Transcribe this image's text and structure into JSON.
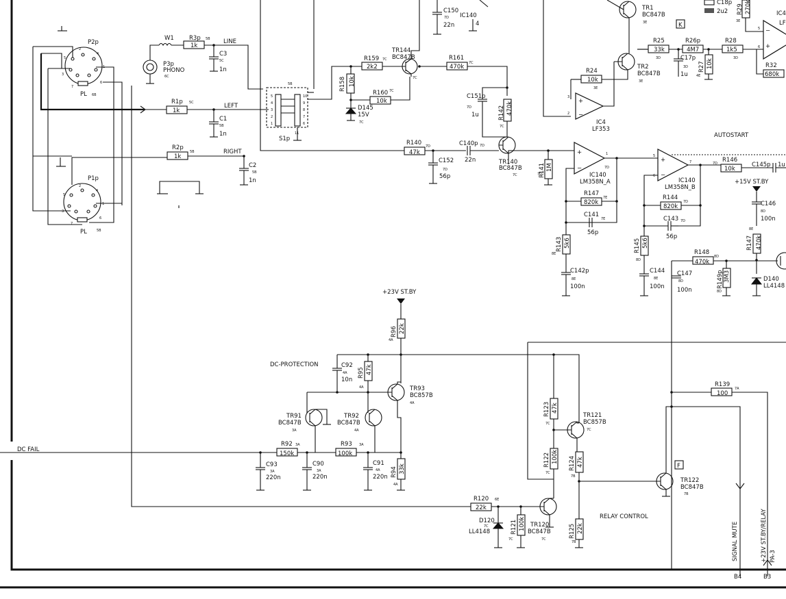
{
  "nets": {
    "line": "LINE",
    "left": "LEFT",
    "right": "RIGHT",
    "dc_protection": "DC-PROTECTION",
    "dc_fail": "DC FAIL",
    "relay_control": "RELAY CONTROL",
    "autostart": "AUTOSTART",
    "st23": "+23V ST.BY",
    "st15": "+15V ST.BY",
    "signal_mute": "SIGNAL MUTE",
    "st23_relay": "+23V ST.BY/RELAY",
    "pa3": "PA-3",
    "b4": "B4",
    "b3": "B3",
    "marker_k": "K",
    "marker_f": "F"
  },
  "legend": {
    "c18p": "C18p",
    "c2u2": "2u2"
  },
  "connectors": {
    "p2p": {
      "ref": "P2p",
      "type": "PL",
      "loc": "6B",
      "pins": [
        "1",
        "2",
        "3",
        "4",
        "5",
        "6",
        "7"
      ]
    },
    "p1p": {
      "ref": "P1p",
      "type": "PL",
      "loc": "5B",
      "pins": [
        "1",
        "2",
        "3",
        "4",
        "5",
        "6",
        "7"
      ]
    },
    "p3p": {
      "ref": "P3p",
      "name": "PHONO",
      "loc": "6C"
    },
    "s1p": {
      "ref": "S1p",
      "loc": "5B",
      "pins_left": [
        "5",
        "4",
        "3",
        "2",
        "1"
      ],
      "pins_right": [
        "10",
        "9",
        "8",
        "7",
        "6"
      ],
      "pin_bottom": "11"
    }
  },
  "components": {
    "w1": {
      "ref": "W1"
    },
    "r3p": {
      "ref": "R3p",
      "val": "1k",
      "loc": "5B"
    },
    "r1p": {
      "ref": "R1p",
      "val": "1k",
      "loc": "5C"
    },
    "r2p": {
      "ref": "R2p",
      "val": "1k",
      "loc": "5B"
    },
    "c3": {
      "ref": "C3",
      "val": "1n",
      "loc": "5C"
    },
    "c1": {
      "ref": "C1",
      "val": "1n",
      "loc": "5B"
    },
    "c2": {
      "ref": "C2",
      "val": "1n",
      "loc": "5B"
    },
    "c150": {
      "ref": "C150",
      "val": "22n",
      "loc": "7D"
    },
    "ic140top": {
      "ref": "IC140",
      "pin": "4"
    },
    "r159": {
      "ref": "R159",
      "val": "2k2",
      "loc": "7C"
    },
    "r158": {
      "ref": "R158",
      "val": "10k"
    },
    "r160": {
      "ref": "R160",
      "val": "10k",
      "loc": "7C"
    },
    "d145": {
      "ref": "D145",
      "val": "15V",
      "loc": "7C"
    },
    "tr144": {
      "ref": "TR144",
      "val": "BC847B",
      "loc": "7C"
    },
    "r161": {
      "ref": "R161",
      "val": "470k",
      "loc": "7C"
    },
    "c151": {
      "ref": "C151p",
      "val": "1u",
      "loc": "7D"
    },
    "r142": {
      "ref": "R142",
      "val": "470k",
      "loc": "7C"
    },
    "r140": {
      "ref": "R140",
      "val": "47k",
      "loc": "7D"
    },
    "c152": {
      "ref": "C152",
      "val": "56p",
      "loc": "7D"
    },
    "c140": {
      "ref": "C140p",
      "val": "22n",
      "loc": "7D"
    },
    "tr140": {
      "ref": "TR140",
      "val": "BC847B",
      "loc": "7C"
    },
    "r141": {
      "ref": "R141",
      "val": "1M",
      "loc": "7D"
    },
    "ic140a": {
      "ref": "IC140",
      "val": "LM358N_A",
      "loc": "7D",
      "pin_out": "1"
    },
    "r142b": {
      "ref": "R147",
      "val": "820k",
      "loc": "7E"
    },
    "c141": {
      "ref": "C141",
      "val": "56p",
      "loc": "7E"
    },
    "r143": {
      "ref": "R143",
      "val": "5k6",
      "loc": "8E"
    },
    "c142": {
      "ref": "C142p",
      "val": "100n",
      "loc": "8E"
    },
    "ic140b": {
      "ref": "IC140",
      "val": "LM358N_B",
      "loc": "7D",
      "pin_out": "7"
    },
    "r144": {
      "ref": "R144",
      "val": "820k",
      "loc": "7D"
    },
    "c143": {
      "ref": "C143",
      "val": "56p",
      "loc": "7D"
    },
    "r145": {
      "ref": "R145",
      "val": "5k6",
      "loc": "8D"
    },
    "c144": {
      "ref": "C144",
      "val": "100n",
      "loc": "8E"
    },
    "r146": {
      "ref": "R146",
      "val": "10k",
      "loc": "7D"
    },
    "c145": {
      "ref": "C145p",
      "val": "1u"
    },
    "c146": {
      "ref": "C146",
      "val": "100n",
      "loc": "8D"
    },
    "r147": {
      "ref": "R147",
      "val": "470k",
      "loc": "8E"
    },
    "r148": {
      "ref": "R148",
      "val": "470k",
      "loc": "8D"
    },
    "c147": {
      "ref": "C147",
      "val": "100n",
      "loc": "8D"
    },
    "r149": {
      "ref": "R149p",
      "val": "3M3",
      "loc": "8D"
    },
    "d140": {
      "ref": "D140",
      "val": "LL4148"
    },
    "tr1": {
      "ref": "TR1",
      "val": "BC847B",
      "loc": "3E"
    },
    "tr2": {
      "ref": "TR2",
      "val": "BC847B",
      "loc": "3E"
    },
    "r24": {
      "ref": "R24",
      "val": "10k",
      "loc": "3E"
    },
    "ic4": {
      "ref": "IC4",
      "val": "LF353"
    },
    "r25": {
      "ref": "R25",
      "val": "33k",
      "loc": "3D"
    },
    "r26": {
      "ref": "R26p",
      "val": "4M7",
      "loc": "3D"
    },
    "c17": {
      "ref": "C17p",
      "val": "1u",
      "loc": "3D"
    },
    "r27": {
      "ref": "R27",
      "val": "10k",
      "loc": "4E"
    },
    "r28": {
      "ref": "R28",
      "val": "1k5",
      "loc": "3D"
    },
    "r29": {
      "ref": "R29",
      "val": "270k",
      "loc": "3E"
    },
    "r32": {
      "ref": "R32",
      "val": "680k"
    },
    "ic4r": {
      "ref": "IC4",
      "val": "LF"
    },
    "r96": {
      "ref": "R96",
      "val": "22k",
      "loc": "4A"
    },
    "c92": {
      "ref": "C92",
      "val": "10n",
      "loc": "4A"
    },
    "r95": {
      "ref": "R95",
      "val": "47k",
      "loc": "4A"
    },
    "tr93": {
      "ref": "TR93",
      "val": "BC857B",
      "loc": "4A"
    },
    "tr91": {
      "ref": "TR91",
      "val": "BC847B",
      "loc": "3A"
    },
    "tr92": {
      "ref": "TR92",
      "val": "BC847B",
      "loc": "4A"
    },
    "r92": {
      "ref": "R92",
      "val": "150k",
      "loc": "3A"
    },
    "r93": {
      "ref": "R93",
      "val": "100k",
      "loc": "3A"
    },
    "c93": {
      "ref": "C93",
      "val": "220n",
      "loc": "3A"
    },
    "c90": {
      "ref": "C90",
      "val": "220n",
      "loc": "3A"
    },
    "c91": {
      "ref": "C91",
      "val": "220n",
      "loc": "4A"
    },
    "r94": {
      "ref": "R94",
      "val": "33k",
      "loc": "4A"
    },
    "r123": {
      "ref": "R123",
      "val": "47k",
      "loc": "7C"
    },
    "tr121": {
      "ref": "TR121",
      "val": "BC857B",
      "loc": "7C"
    },
    "r122": {
      "ref": "R122",
      "val": "100k",
      "loc": "7C"
    },
    "r124": {
      "ref": "R124",
      "val": "47k",
      "loc": "7B"
    },
    "r125": {
      "ref": "R125",
      "val": "22k",
      "loc": "7B"
    },
    "tr122": {
      "ref": "TR122",
      "val": "BC847B",
      "loc": "7B"
    },
    "r120": {
      "ref": "R120",
      "val": "22k",
      "loc": "6E"
    },
    "d120": {
      "ref": "D120",
      "val": "LL4148",
      "loc": "7C"
    },
    "r121": {
      "ref": "R121",
      "val": "100k",
      "loc": "7C"
    },
    "tr120": {
      "ref": "TR120",
      "val": "BC847B",
      "loc": "7C"
    },
    "r139": {
      "ref": "R139",
      "val": "100",
      "loc": "7A"
    }
  }
}
